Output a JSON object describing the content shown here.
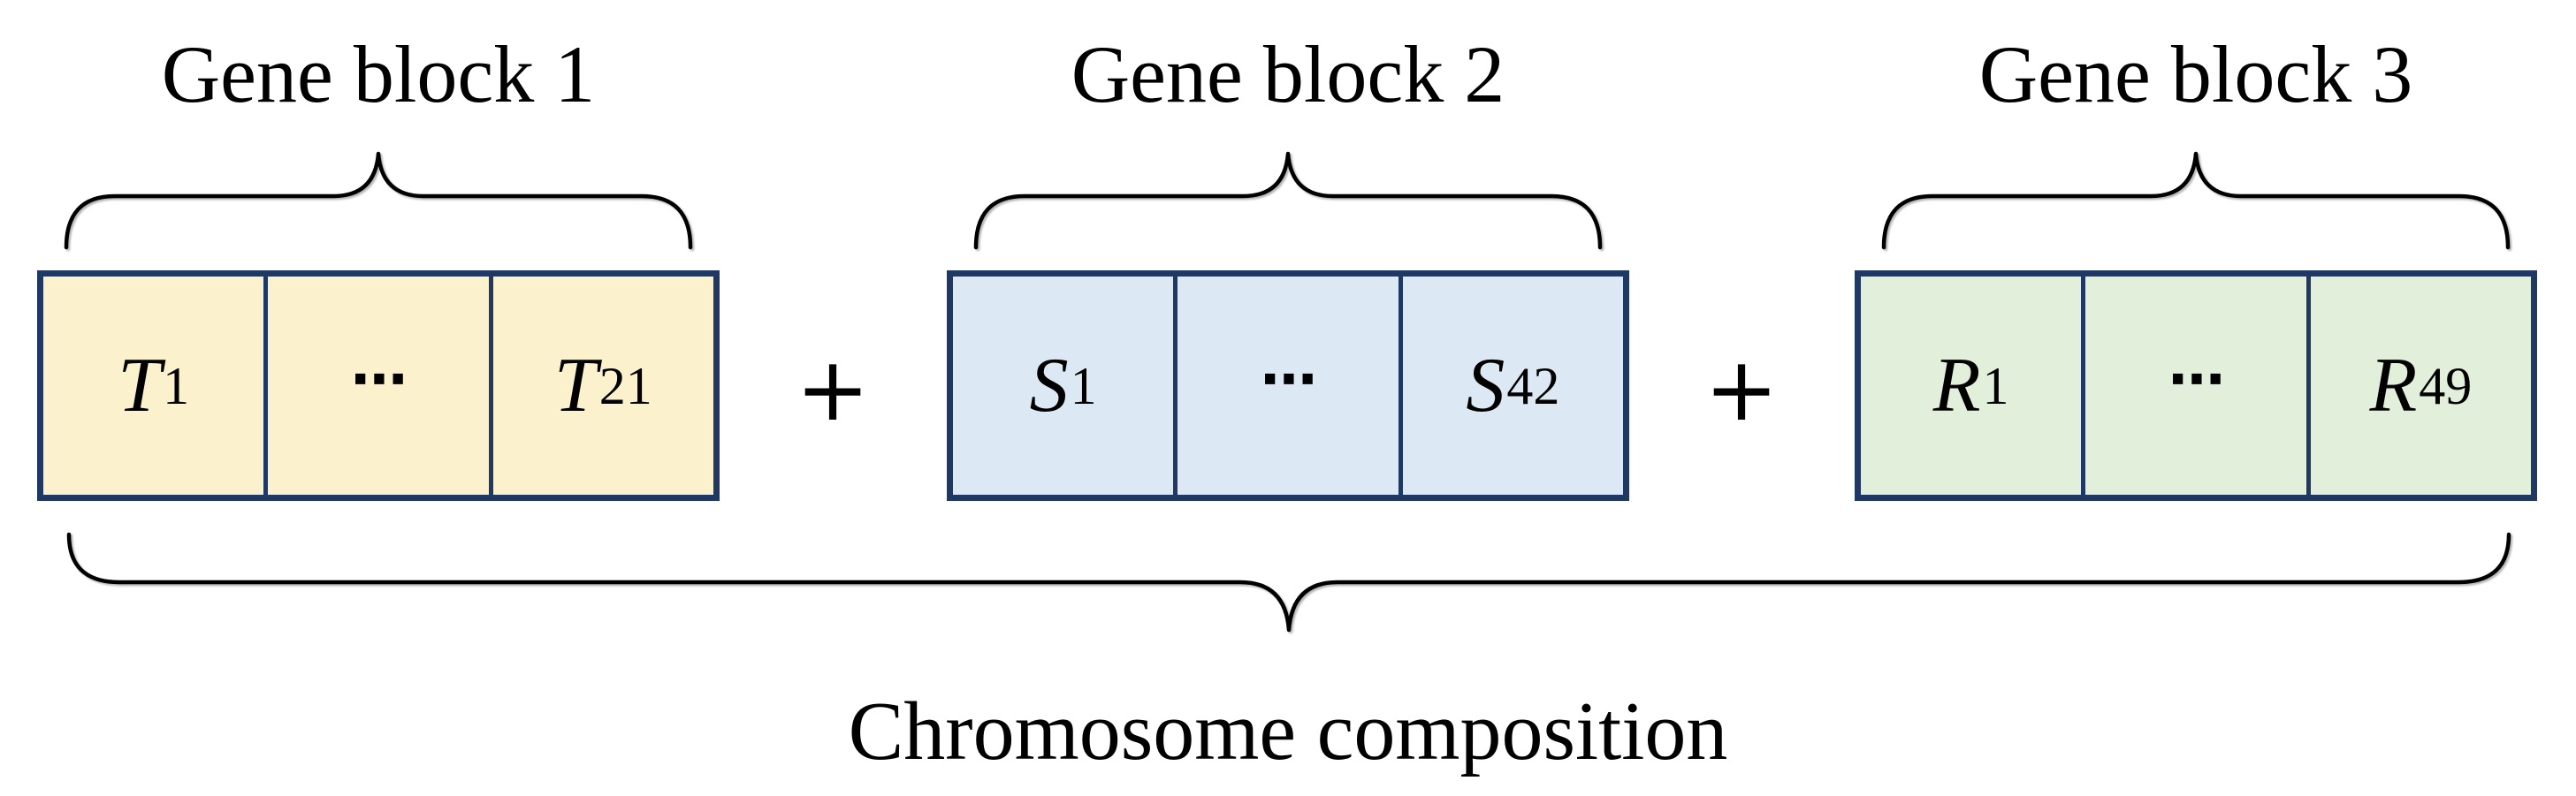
{
  "diagram_title": "Chromosome composition",
  "blocks": [
    {
      "label": "Gene block 1",
      "fill": "#fcf1cd",
      "cells": [
        {
          "base": "T",
          "sub": "1"
        },
        {
          "base": "⋯",
          "sub": ""
        },
        {
          "base": "T",
          "sub": "21"
        }
      ]
    },
    {
      "label": "Gene block 2",
      "fill": "#dcE9f5",
      "cells": [
        {
          "base": "S",
          "sub": "1"
        },
        {
          "base": "⋯",
          "sub": ""
        },
        {
          "base": "S",
          "sub": "42"
        }
      ]
    },
    {
      "label": "Gene block 3",
      "fill": "#e2efda",
      "cells": [
        {
          "base": "R",
          "sub": "1"
        },
        {
          "base": "⋯",
          "sub": ""
        },
        {
          "base": "R",
          "sub": "49"
        }
      ]
    }
  ],
  "operator": {
    "plus": "+"
  },
  "bottom_label": "Chromosome composition",
  "colors": {
    "background": "#ffffff",
    "block_border": "#1f3864",
    "block1_fill": "#fcf1cd",
    "block2_fill": "#dce9f5",
    "block3_fill": "#e2efda",
    "line": "#000000",
    "text": "#000000"
  }
}
